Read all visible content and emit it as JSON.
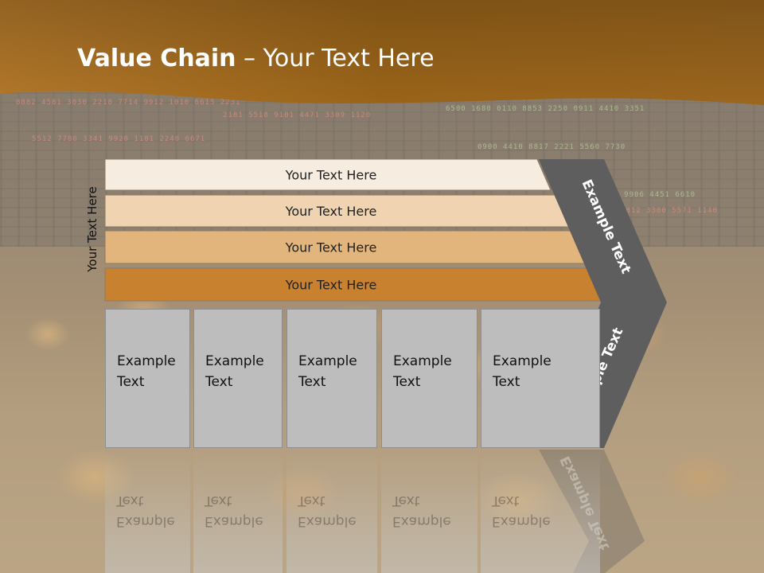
{
  "header": {
    "title_bold": "Value Chain",
    "title_rest": " – Your Text Here"
  },
  "vertical_label": "Your Text Here",
  "bars": [
    {
      "label": "Your Text Here",
      "color": "#f7ece0"
    },
    {
      "label": "Your Text Here",
      "color": "#f0d3b0"
    },
    {
      "label": "Your Text Here",
      "color": "#e2b57c"
    },
    {
      "label": "Your Text Here",
      "color": "#c8812e"
    }
  ],
  "boxes": [
    {
      "line1": "Example",
      "line2": "Text"
    },
    {
      "line1": "Example",
      "line2": "Text"
    },
    {
      "line1": "Example",
      "line2": "Text"
    },
    {
      "line1": "Example",
      "line2": "Text"
    },
    {
      "line1": "Example",
      "line2": "Text"
    }
  ],
  "chevron": {
    "upper_label": "Example Text",
    "lower_label": "Example Text",
    "color": "#5e5e5e"
  },
  "colors": {
    "header_brown": "#9a6419",
    "box_gray": "#bdbdbd"
  }
}
